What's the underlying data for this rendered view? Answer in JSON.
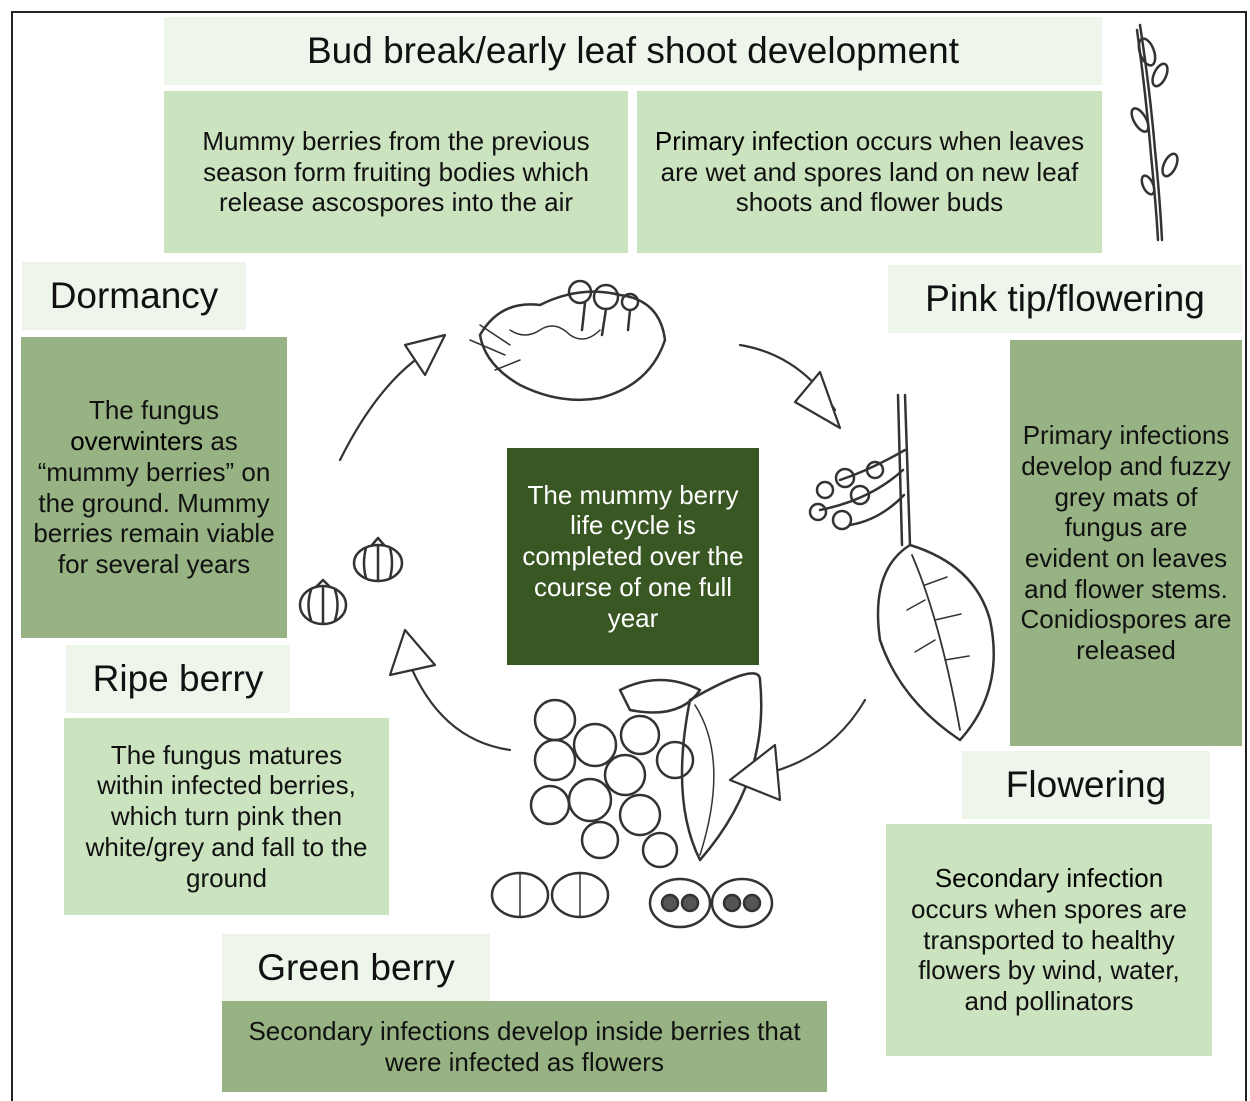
{
  "stages": {
    "bud_break": {
      "title": "Bud break/early leaf shoot development",
      "left_text": "Mummy berries from the previous season form fruiting bodies which release ascospores into the air",
      "right_emphasis": "Primary infection",
      "right_text": " occurs when leaves are wet and spores land on new leaf shoots and flower buds"
    },
    "pink_tip": {
      "title": "Pink tip/flowering",
      "text": "Primary infections develop and fuzzy grey mats of fungus are evident on leaves and flower stems. Conidiospores are released"
    },
    "flowering": {
      "title": "Flowering",
      "emphasis": "Secondary infection",
      "text": " occurs when spores are transported to healthy flowers by wind, water, and pollinators"
    },
    "green_berry": {
      "title": "Green berry",
      "text": "Secondary infections develop inside berries that were infected as flowers"
    },
    "ripe_berry": {
      "title": "Ripe berry",
      "text": "The fungus matures within infected berries, which turn pink then white/grey and fall to the ground"
    },
    "dormancy": {
      "title": "Dormancy",
      "text_before": "The fungus ",
      "emphasis": "overwinters",
      "text_after": " as “mummy berries” on the ground. Mummy berries remain viable for several years"
    }
  },
  "center_text": "The mummy berry life cycle is completed over the course of one full year",
  "illustrations": [
    "twig-with-buds",
    "mummy-berry-fruiting-bodies",
    "infected-shoot-and-leaf",
    "berry-cluster-and-leaf",
    "cut-mummy-berries",
    "fallen-mummy-berries"
  ],
  "colors": {
    "title_bg": "#eef5ea",
    "light_green": "#cbe3bf",
    "mid_green": "#97b383",
    "dark_green": "#385723",
    "sketch": "#333333"
  }
}
